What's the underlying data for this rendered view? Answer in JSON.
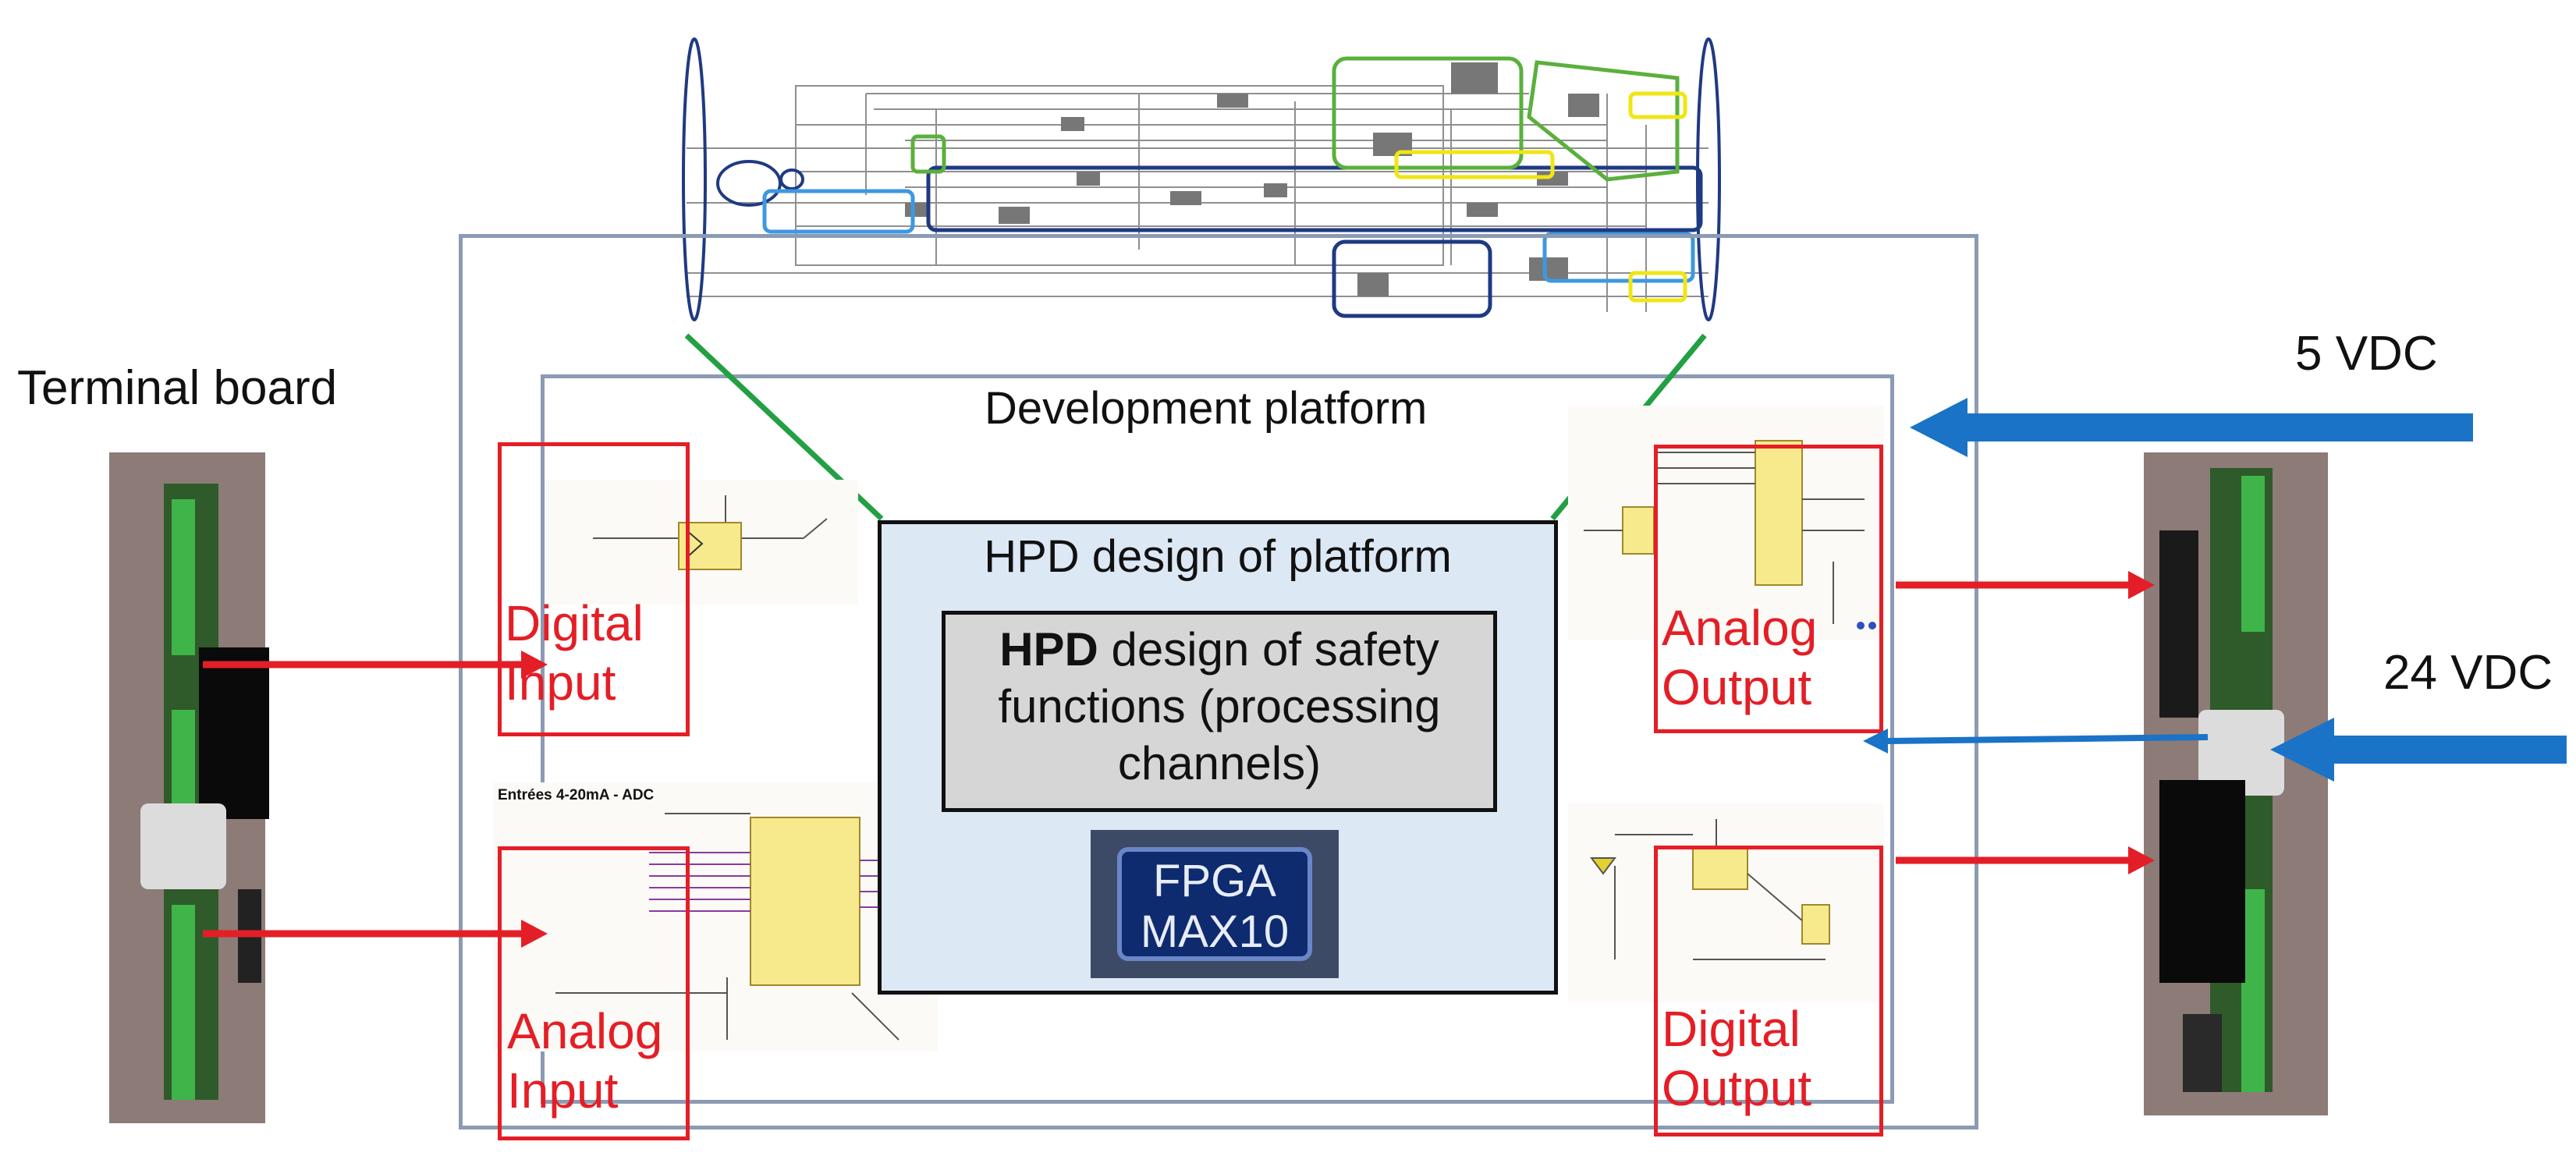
{
  "labels": {
    "terminal_board": "Terminal board",
    "development_platform": "Development platform",
    "hpd_platform": "HPD design of platform",
    "safety_bold": "HPD",
    "safety_rest": " design of safety functions (processing channels)",
    "fpga_line1": "FPGA",
    "fpga_line2": "MAX10",
    "digital_input": "Digital Input",
    "analog_input": "Analog Input",
    "analog_output": "Analog Output",
    "digital_output": "Digital Output",
    "vdc_5": "5 VDC",
    "vdc_24": "24 VDC",
    "adc_schematic_title": "Entrées 4-20mA - ADC"
  },
  "colors": {
    "signal_arrow": "#e41e26",
    "power_arrow": "#1a73c6",
    "zoom_lines": "#22a043",
    "frame": "#8b9bb4",
    "platform_fill": "#dde8f5",
    "highlight_green": "#5ab03c",
    "highlight_blue": "#3d98e0",
    "highlight_navy": "#1f3a82",
    "highlight_yellow": "#f0e614"
  }
}
